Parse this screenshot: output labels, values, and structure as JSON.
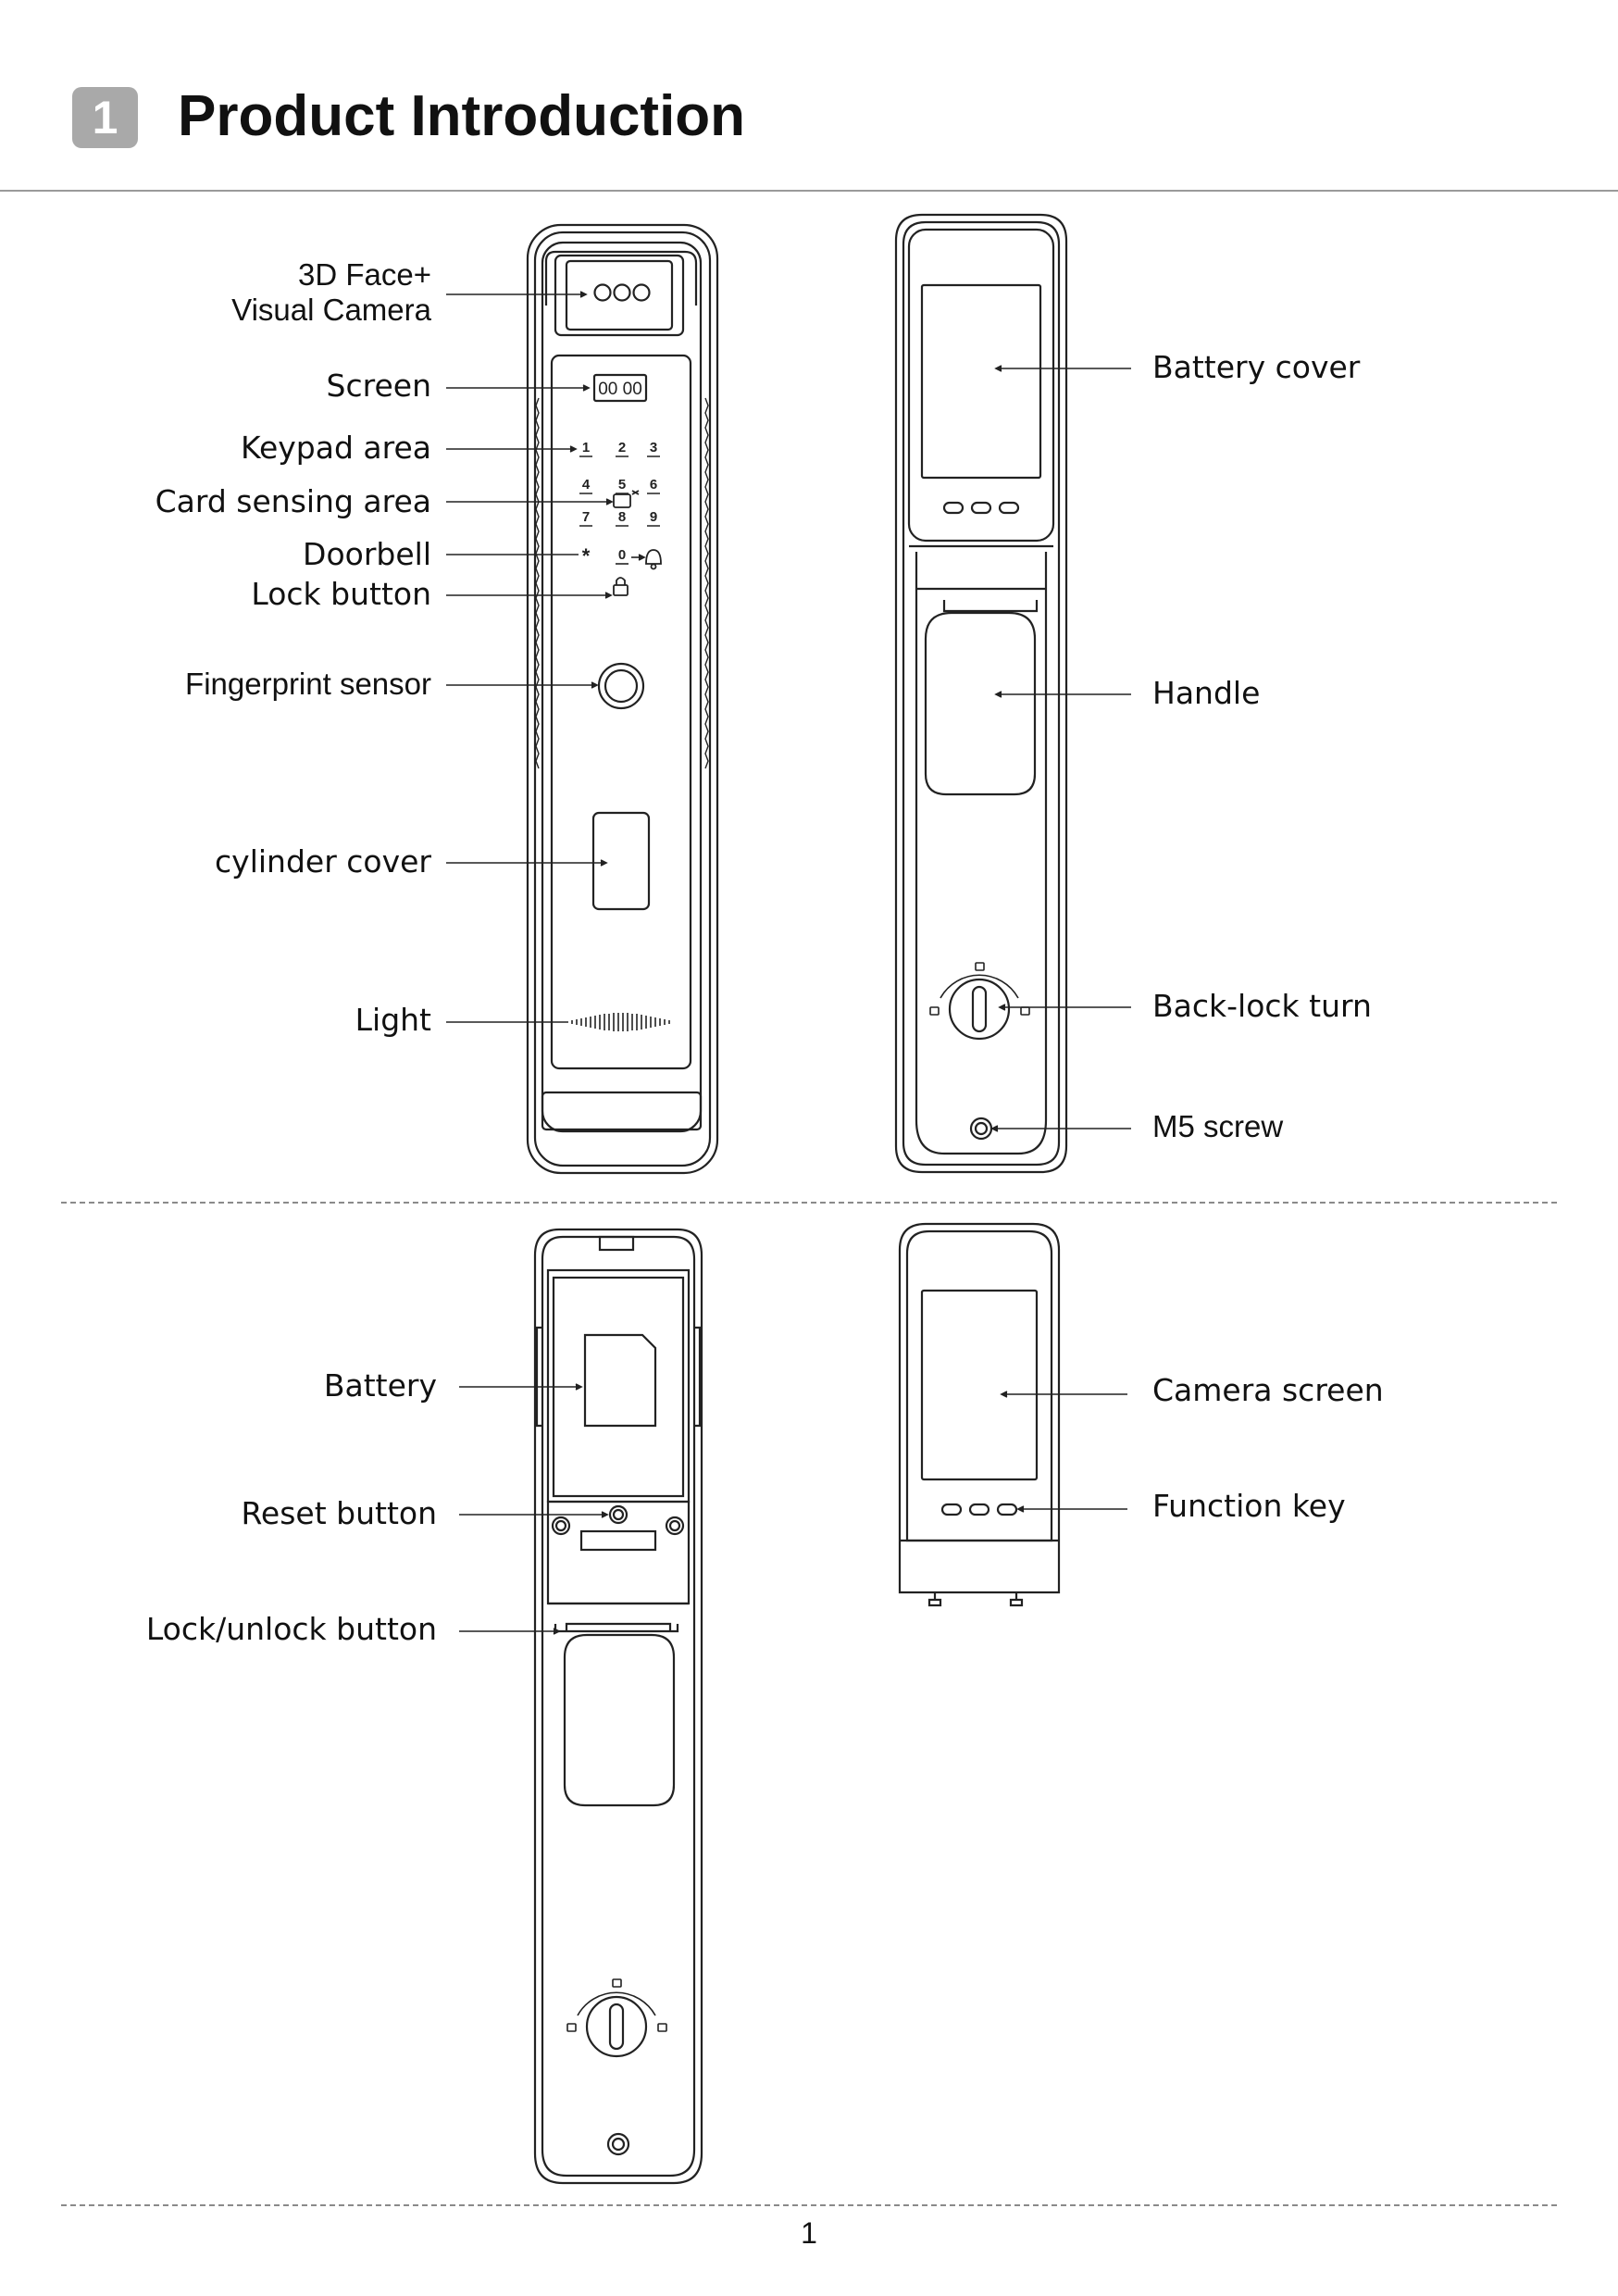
{
  "header": {
    "section_number": "1",
    "title": "Product Introduction"
  },
  "front_view": {
    "camera_label_line1": "3D Face+",
    "camera_label_line2": "Visual Camera",
    "screen_label": "Screen",
    "screen_display": "00 00",
    "keypad_label": "Keypad area",
    "card_label": "Card sensing area",
    "doorbell_label": "Doorbell",
    "lock_button_label": "Lock button",
    "fingerprint_label": "Fingerprint sensor",
    "cylinder_label": "cylinder cover",
    "light_label": "Light",
    "keys": [
      "1",
      "2",
      "3",
      "4",
      "5",
      "6",
      "7",
      "8",
      "9",
      "*",
      "0"
    ]
  },
  "back_view": {
    "battery_cover_label": "Battery cover",
    "handle_label": "Handle",
    "back_lock_label": "Back-lock turn",
    "screw_label": "M5 screw"
  },
  "open_view": {
    "battery_label": "Battery",
    "reset_label": "Reset button",
    "lock_unlock_label": "Lock/unlock button"
  },
  "camera_unit": {
    "camera_screen_label": "Camera screen",
    "function_key_label": "Function key"
  },
  "footer": {
    "page_number": "1"
  }
}
